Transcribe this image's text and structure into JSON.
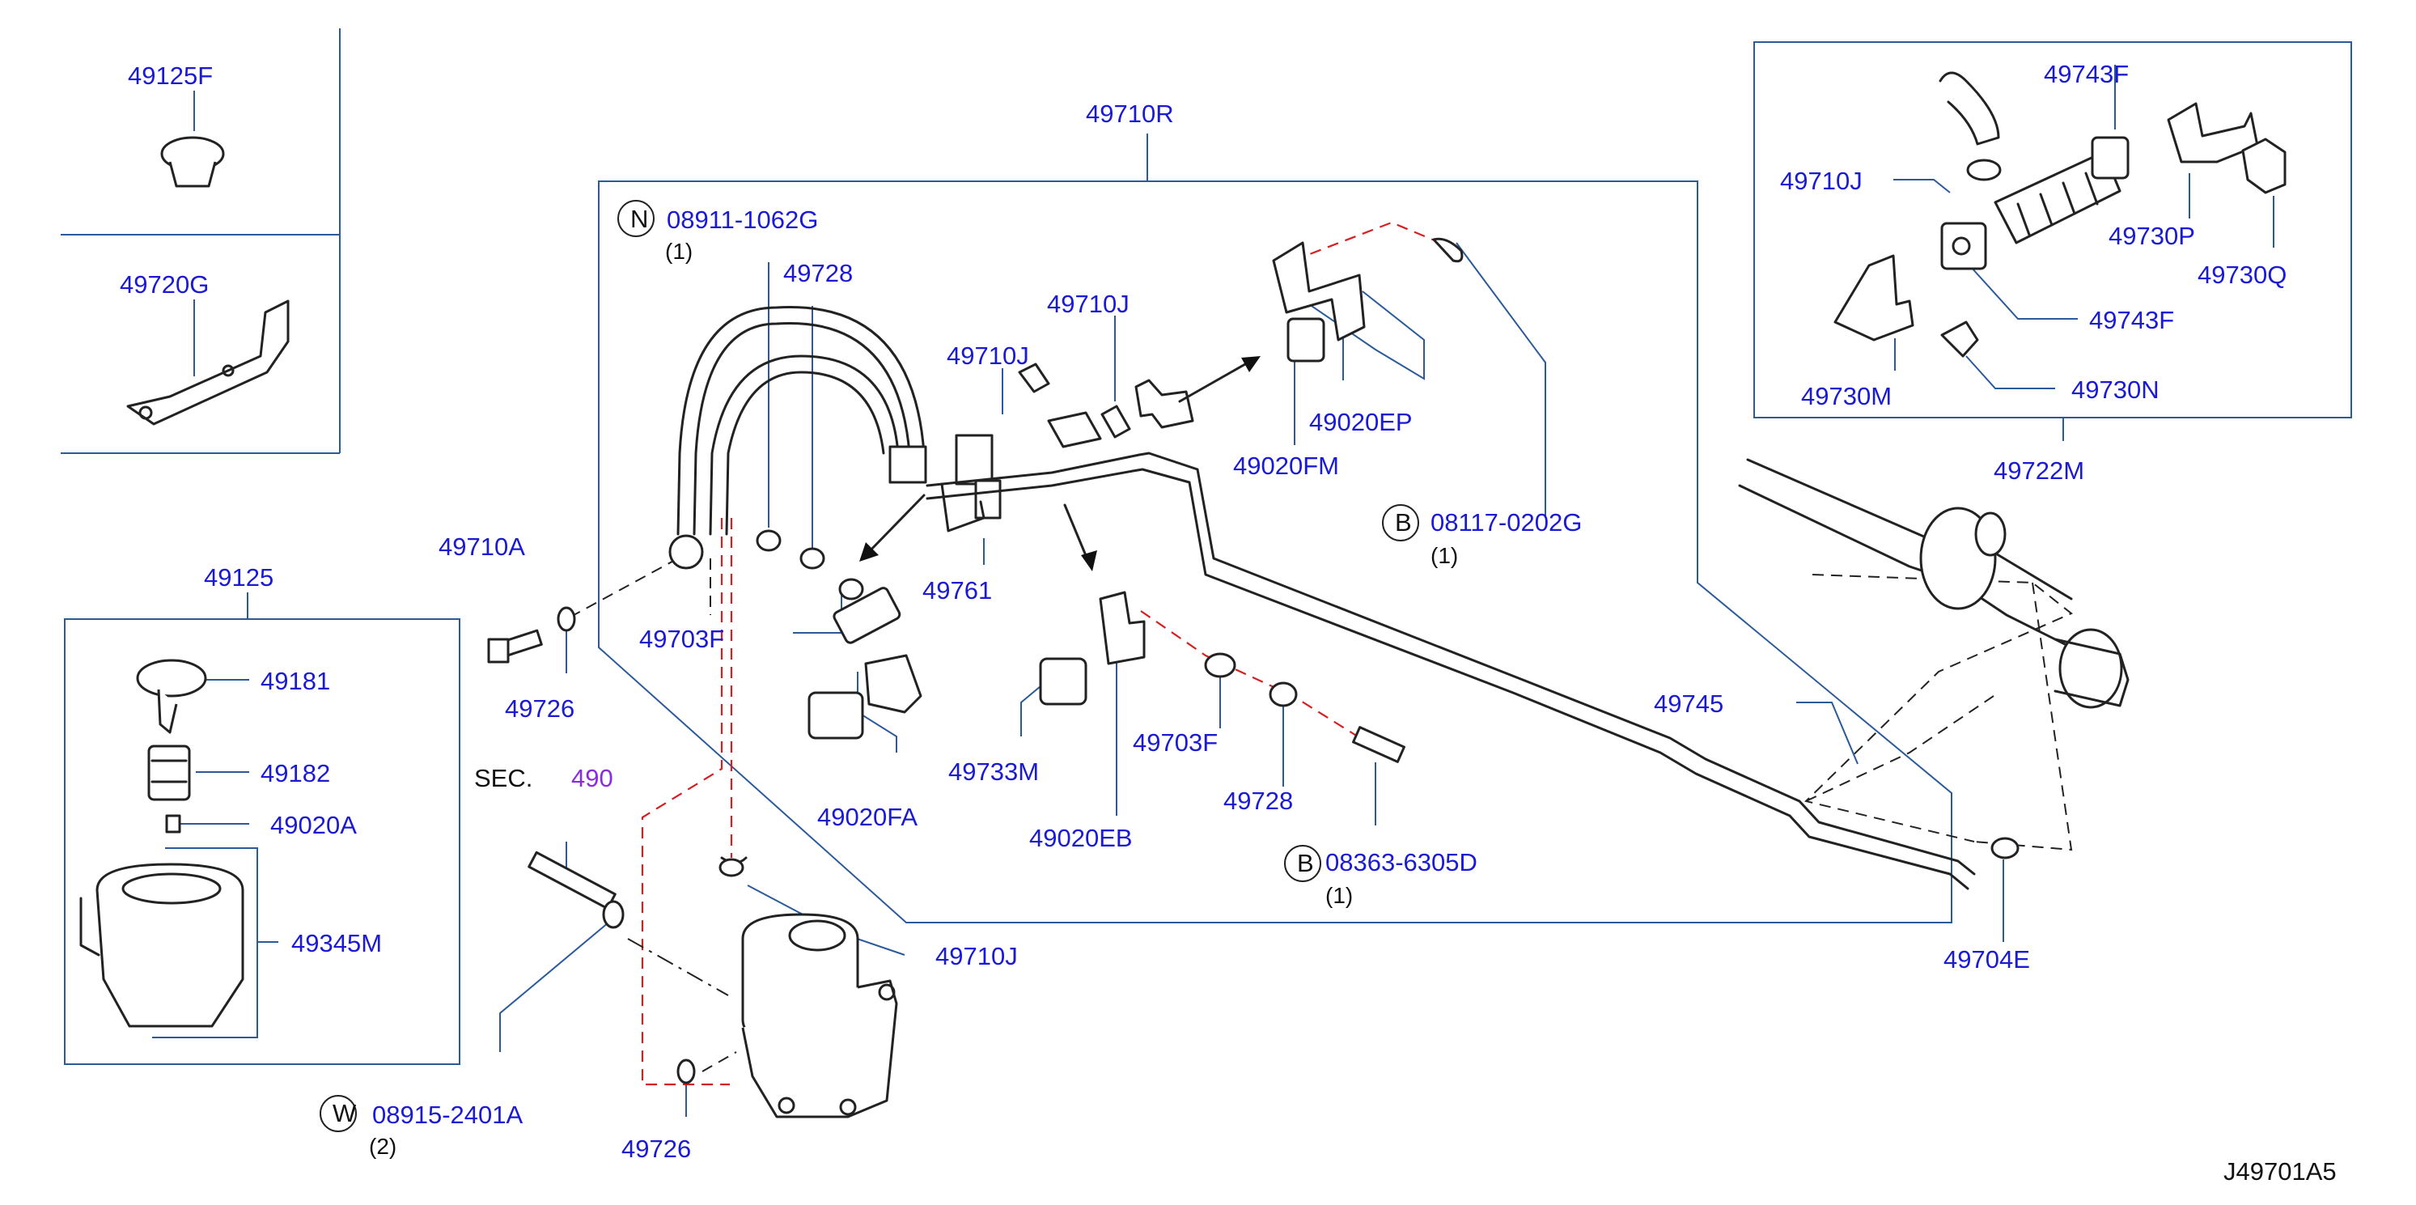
{
  "diagram": {
    "id_code": "J49701A5",
    "section_ref": {
      "prefix": "SEC.",
      "number": "490"
    },
    "parts": {
      "p49125F": "49125F",
      "p49720G": "49720G",
      "p49125": "49125",
      "p49181": "49181",
      "p49182": "49182",
      "p49020A": "49020A",
      "p49345M": "49345M",
      "p49710A": "49710A",
      "p49726a": "49726",
      "p49726b": "49726",
      "p49710R": "49710R",
      "p49728a": "49728",
      "p49728b": "49728",
      "p49710Ja": "49710J",
      "p49710Jb": "49710J",
      "p49710Jc": "49710J",
      "p49710Jd": "49710J",
      "p49703Fa": "49703F",
      "p49703Fb": "49703F",
      "p49761": "49761",
      "p49020FA": "49020FA",
      "p49733M": "49733M",
      "p49020EB": "49020EB",
      "p49020FM": "49020FM",
      "p49020EP": "49020EP",
      "p49745": "49745",
      "p49704E": "49704E",
      "p49722M": "49722M",
      "p49743Fa": "49743F",
      "p49743Fb": "49743F",
      "p49730P": "49730P",
      "p49730Q": "49730Q",
      "p49730M": "49730M",
      "p49730N": "49730N"
    },
    "fasteners": {
      "n1": {
        "symbol": "N",
        "part": "08911-1062G",
        "qty": "(1)"
      },
      "b1": {
        "symbol": "B",
        "part": "08117-0202G",
        "qty": "(1)"
      },
      "b2": {
        "symbol": "B",
        "part": "08363-6305D",
        "qty": "(1)"
      },
      "w1": {
        "symbol": "W",
        "part": "08915-2401A",
        "qty": "(2)"
      }
    }
  }
}
